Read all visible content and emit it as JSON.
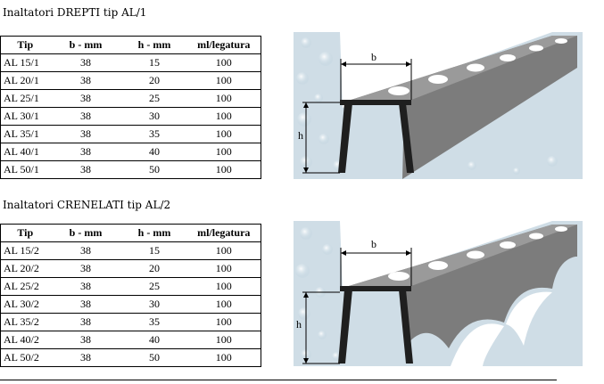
{
  "columns": [
    "Tip",
    "b - mm",
    "h - mm",
    "ml/legatura"
  ],
  "sections": [
    {
      "title": "Inaltatori DREPTI tip AL/1",
      "rows": [
        [
          "AL 15/1",
          "38",
          "15",
          "100"
        ],
        [
          "AL 20/1",
          "38",
          "20",
          "100"
        ],
        [
          "AL 25/1",
          "38",
          "25",
          "100"
        ],
        [
          "AL 30/1",
          "38",
          "30",
          "100"
        ],
        [
          "AL 35/1",
          "38",
          "35",
          "100"
        ],
        [
          "AL 40/1",
          "38",
          "40",
          "100"
        ],
        [
          "AL 50/1",
          "38",
          "50",
          "100"
        ]
      ],
      "figure": {
        "label_b": "b",
        "label_h": "h"
      }
    },
    {
      "title": "Inaltatori CRENELATI tip AL/2",
      "rows": [
        [
          "AL 15/2",
          "38",
          "15",
          "100"
        ],
        [
          "AL 20/2",
          "38",
          "20",
          "100"
        ],
        [
          "AL 25/2",
          "38",
          "25",
          "100"
        ],
        [
          "AL 30/2",
          "38",
          "30",
          "100"
        ],
        [
          "AL 35/2",
          "38",
          "35",
          "100"
        ],
        [
          "AL 40/2",
          "38",
          "40",
          "100"
        ],
        [
          "AL 50/2",
          "38",
          "50",
          "100"
        ]
      ],
      "figure": {
        "label_b": "b",
        "label_h": "h"
      }
    }
  ],
  "colors": {
    "metal": "#7c7c7c",
    "metal_light": "#9a9a9a",
    "background": "#cfdde6"
  }
}
